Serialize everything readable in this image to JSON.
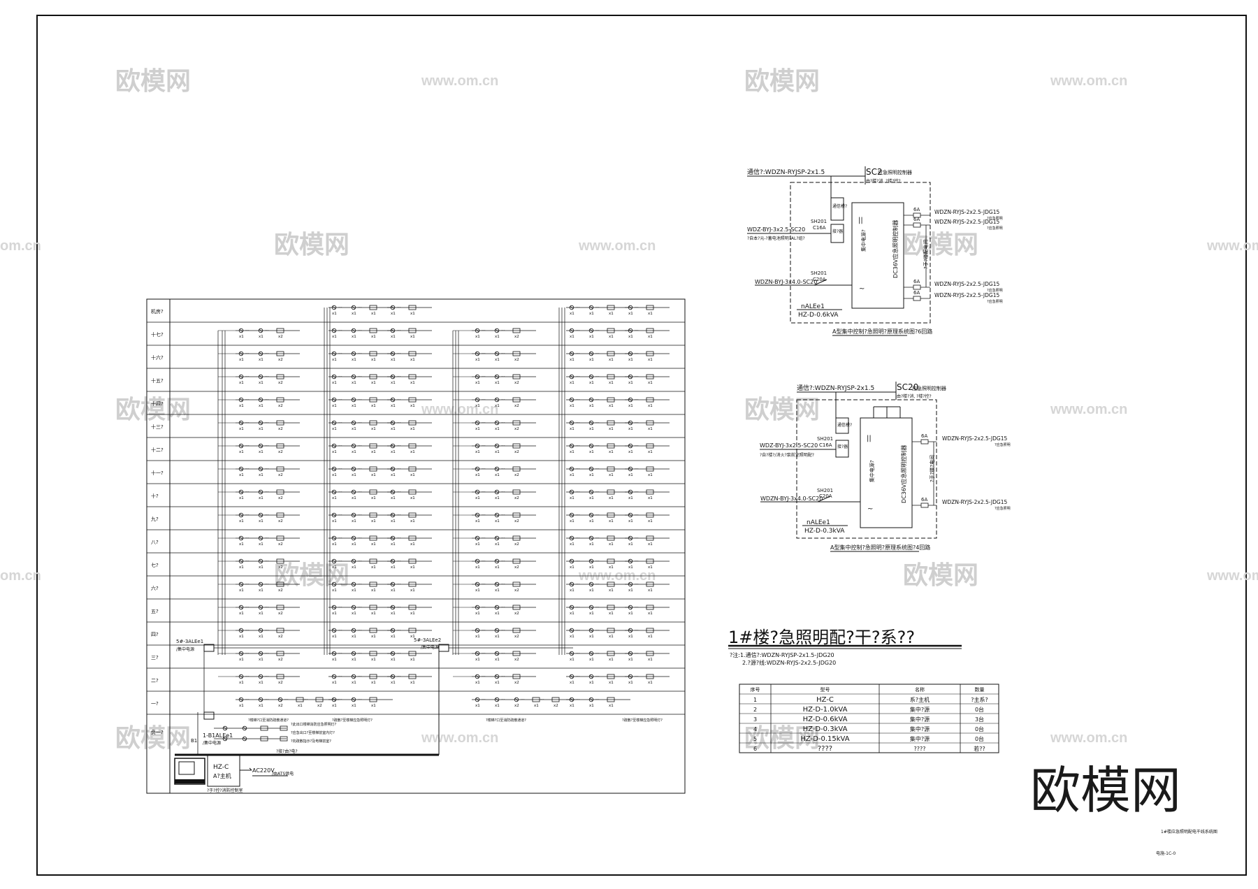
{
  "watermark": {
    "logo": "欧模网",
    "url": "www.om.cn",
    "url_partial": "om.cn"
  },
  "riser": {
    "floors": [
      "机房?",
      "十七?",
      "十六?",
      "十五?",
      "十四?",
      "十三?",
      "十二?",
      "十一?",
      "十?",
      "九?",
      "八?",
      "七?",
      "六?",
      "五?",
      "四?",
      "三?",
      "二?",
      "一?",
      "负一?"
    ],
    "panel1": {
      "label": "5#-3ALEe1",
      "sub": "/集中电源"
    },
    "panel2": {
      "label": "5#-3ALEe2",
      "sub": "/集中电源"
    },
    "basement_panel": {
      "label": "1-B1ALEe1",
      "sub": "/集中电源"
    },
    "host_box": {
      "model": "HZ-C",
      "name": "A?主机"
    },
    "host_label": "?于?控?消防控制室",
    "power_note": "AC220V",
    "power_note_sub": "/由ATS供电",
    "bottom_note": "?接?由?电?",
    "b1_notes": [
      "?此出口楼梯消防应急照明灯?",
      "?应急出口?至楼梯前室内灯?",
      "?向疏散指示?及电梯前室?"
    ],
    "floor1_notes": [
      "?楼梯?口至消防疏散通道?",
      "?疏散?至楼梯应急照明灯?",
      "?楼梯?口至消防疏散通道?",
      "?疏散?至楼梯应急照明灯?"
    ],
    "qty_x1": "x1",
    "qty_x2": "x2"
  },
  "diagram_a": {
    "comm_line": "通信?:WDZN-RYJSP-2x1.5",
    "comm_conduit": "SC2",
    "comm_note": "应急照明控制器",
    "comm_note2": "由?楼?消, ?楼?控?",
    "module1": "通信模?",
    "module2": "接?器",
    "breaker1": {
      "name": "SH201",
      "rating": "C16A"
    },
    "breaker2": {
      "name": "SH201",
      "rating": "C20A"
    },
    "input1": "WDZ-BYJ-3x2.5-SC20",
    "input1_note": "?自本?元-?蓄电池照明?AL?组?",
    "input2": "WDZN-BYJ-3x4.0-SC20",
    "unit_label": "集中电源?",
    "unit_v": "DC36V应急照明控制器",
    "side_note": "?于?楼配电间",
    "fuses": [
      "6A",
      "6A",
      "6A",
      "6A"
    ],
    "outs": [
      "WDZN-RYJS-2x2.5-JDG15",
      "WDZN-RYJS-2x2.5-JDG15",
      "WDZN-RYJS-2x2.5-JDG15",
      "WDZN-RYJS-2x2.5-JDG15"
    ],
    "out_notes": [
      "?应急照明",
      "?应急照明",
      "?应急照明",
      "?应急照明"
    ],
    "name": "nALEe1",
    "model": "HZ-D-0.6kVA",
    "caption": "A型集中控制?急照明?原理系统图?6回路"
  },
  "diagram_b": {
    "comm_line": "通信?:WDZN-RYJSP-2x1.5",
    "comm_conduit": "SC20",
    "comm_note": "应急照明控制器",
    "comm_note2": "由?楼?消, ?楼?控?",
    "module1": "通信模?",
    "module2": "接?器",
    "breaker1": {
      "name": "SH201",
      "rating": "C16A"
    },
    "breaker2": {
      "name": "SH201",
      "rating": "C20A"
    },
    "input1": "WDZ-BYJ-3x2.5-SC20",
    "input1_note": "?自?楼?/消火?泵前室照明配?",
    "input2": "WDZN-BYJ-3x4.0-SC20",
    "unit_label": "集中电源?",
    "unit_v": "DC36V应急照明控制器",
    "side_note": "?于?楼?电间",
    "fuses": [
      "6A",
      "6A"
    ],
    "outs": [
      "WDZN-RYJS-2x2.5-JDG15",
      "WDZN-RYJS-2x2.5-JDG15"
    ],
    "out_notes": [
      "?应急照明",
      "?应急照明"
    ],
    "name": "nALEe1",
    "model": "HZ-D-0.3kVA",
    "caption": "A型集中控制?急照明?原理系统图?4回路"
  },
  "title": {
    "main": "1#楼?急照明配?干?系??",
    "note1": "?注:1.通信?:WDZN-RYJSP-2x1.5-JDG20",
    "note2": "2.?源?线:WDZN-RYJS-2x2.5-JDG20"
  },
  "table": {
    "headers": [
      "序号",
      "型号",
      "名称",
      "数量"
    ],
    "rows": [
      [
        "1",
        "HZ-C",
        "系?主机",
        "?主系?"
      ],
      [
        "2",
        "HZ-D-1.0kVA",
        "集中?源",
        "0台"
      ],
      [
        "3",
        "HZ-D-0.6kVA",
        "集中?源",
        "3台"
      ],
      [
        "4",
        "HZ-D-0.3kVA",
        "集中?源",
        "0台"
      ],
      [
        "5",
        "HZ-D-0.15kVA",
        "集中?源",
        "0台"
      ],
      [
        "6",
        "????",
        "????",
        "若??"
      ]
    ]
  },
  "brand": "欧模网",
  "titleblock": {
    "drawing": "1#楼应急照明配电干线系统图",
    "number": "电施-1C-0"
  }
}
